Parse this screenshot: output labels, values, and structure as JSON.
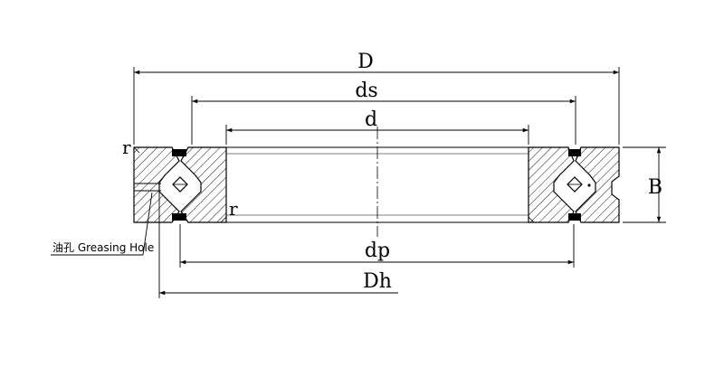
{
  "labels": {
    "D": "D",
    "ds": "ds",
    "d": "d",
    "dp": "dp",
    "Dh": "Dh",
    "B": "B",
    "r_outer": "r",
    "r_inner": "r"
  },
  "note": {
    "greasing_hole": "油孔 Greasing Hole"
  },
  "colors": {
    "line": "#000000",
    "background": "#ffffff"
  }
}
